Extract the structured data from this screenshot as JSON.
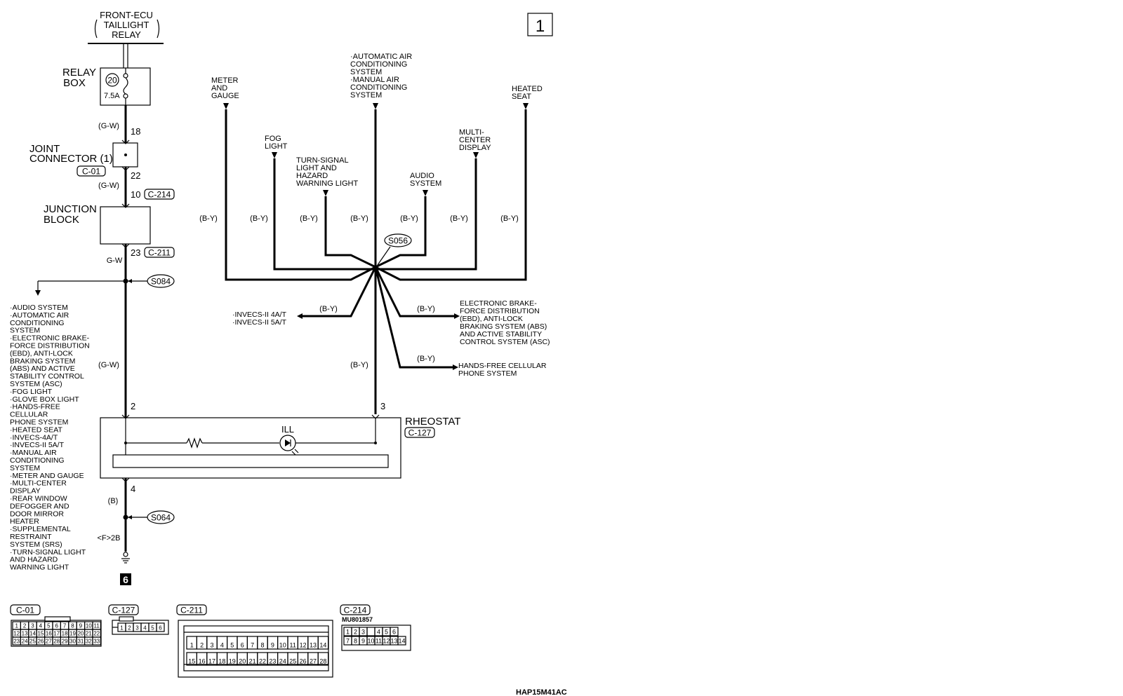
{
  "page_number": "1",
  "figure_code": "HAP15M41AC",
  "front_ecu": [
    "FRONT-ECU",
    "TAILLIGHT",
    "RELAY"
  ],
  "relay_box": {
    "label": [
      "RELAY",
      "BOX"
    ],
    "fuse_number": "20",
    "fuse_rating": "7.5A"
  },
  "joint_connector": {
    "label": [
      "JOINT",
      "CONNECTOR (1)"
    ],
    "connector": "C-01",
    "pin_top": "18",
    "pin_bottom": "22"
  },
  "junction_block": {
    "label": [
      "JUNCTION",
      "BLOCK"
    ],
    "pin_top": "10",
    "connector_top": "C-214",
    "pin_bottom": "23",
    "connector_bottom": "C-211"
  },
  "wire_labels": {
    "gw_paren": "(G-W)",
    "gw": "G-W",
    "by": "(B-Y)",
    "b": "(B)"
  },
  "splices": {
    "s084": "S084",
    "s056": "S056",
    "s064": "S064"
  },
  "ground": {
    "label": "<F>2B",
    "number": "6"
  },
  "rheostat": {
    "label": "RHEOSTAT",
    "connector": "C-127",
    "pin_left": "2",
    "pin_right": "3",
    "pin_bottom": "4",
    "lamp": "ILL"
  },
  "branch_list": [
    "·AUDIO SYSTEM",
    "·AUTOMATIC AIR",
    "CONDITIONING",
    "SYSTEM",
    "·ELECTRONIC BRAKE-",
    "FORCE DISTRIBUTION",
    "(EBD), ANTI-LOCK",
    "BRAKING SYSTEM",
    "(ABS) AND ACTIVE",
    "STABILITY CONTROL",
    "SYSTEM (ASC)",
    "·FOG LIGHT",
    "·GLOVE BOX LIGHT",
    "·HANDS-FREE",
    "CELLULAR",
    "PHONE SYSTEM",
    "·HEATED SEAT",
    "·INVECS-4A/T",
    "·INVECS-II 5A/T",
    "·MANUAL AIR",
    "CONDITIONING",
    "SYSTEM",
    "·METER AND GAUGE",
    "·MULTI-CENTER",
    "DISPLAY",
    "·REAR WINDOW",
    "DEFOGGER AND",
    "DOOR MIRROR",
    "HEATER",
    "·SUPPLEMENTAL",
    "RESTRAINT",
    "SYSTEM (SRS)",
    "·TURN-SIGNAL LIGHT",
    "AND HAZARD",
    "WARNING LIGHT"
  ],
  "top_destinations": {
    "meter": [
      "METER",
      "AND",
      "GAUGE"
    ],
    "fog": [
      "FOG",
      "LIGHT"
    ],
    "turn": [
      "TURN-SIGNAL",
      "LIGHT AND",
      "HAZARD",
      "WARNING LIGHT"
    ],
    "ac": [
      "·AUTOMATIC AIR",
      "CONDITIONING",
      "SYSTEM",
      "·MANUAL AIR",
      "CONDITIONING",
      "SYSTEM"
    ],
    "audio": [
      "AUDIO",
      "SYSTEM"
    ],
    "multi": [
      "MULTI-",
      "CENTER",
      "DISPLAY"
    ],
    "heated": [
      "HEATED",
      "SEAT"
    ]
  },
  "side_destinations": {
    "invecs": [
      "·INVECS-II 4A/T",
      "·INVECS-II 5A/T"
    ],
    "ebd": [
      "ELECTRONIC BRAKE-",
      "FORCE DISTRIBUTION",
      "(EBD), ANTI-LOCK",
      "BRAKING SYSTEM (ABS)",
      "AND ACTIVE STABILITY",
      "CONTROL SYSTEM (ASC)"
    ],
    "phone": [
      "HANDS-FREE CELLULAR",
      "PHONE SYSTEM"
    ]
  },
  "connectors": {
    "c01": {
      "name": "C-01",
      "rows": [
        [
          "1",
          "2",
          "3",
          "4",
          "5",
          "6",
          "7",
          "8",
          "9",
          "10",
          "11"
        ],
        [
          "12",
          "13",
          "14",
          "15",
          "16",
          "17",
          "18",
          "19",
          "20",
          "21",
          "22"
        ],
        [
          "23",
          "24",
          "25",
          "26",
          "27",
          "28",
          "29",
          "30",
          "31",
          "32",
          "33"
        ]
      ]
    },
    "c127": {
      "name": "C-127",
      "pins": [
        "1",
        "2",
        "3",
        "4",
        "5",
        "6"
      ]
    },
    "c211": {
      "name": "C-211",
      "rows": [
        [
          "1",
          "2",
          "3",
          "4",
          "5",
          "6",
          "7",
          "8",
          "9",
          "10",
          "11",
          "12",
          "13",
          "14"
        ],
        [
          "15",
          "16",
          "17",
          "18",
          "19",
          "20",
          "21",
          "22",
          "23",
          "24",
          "25",
          "26",
          "27",
          "28"
        ]
      ]
    },
    "c214": {
      "name": "C-214",
      "part_number": "MU801857",
      "rows": [
        [
          "1",
          "2",
          "3",
          "",
          "4",
          "5",
          "6"
        ],
        [
          "7",
          "8",
          "9",
          "10",
          "11",
          "12",
          "13",
          "14"
        ]
      ]
    }
  }
}
